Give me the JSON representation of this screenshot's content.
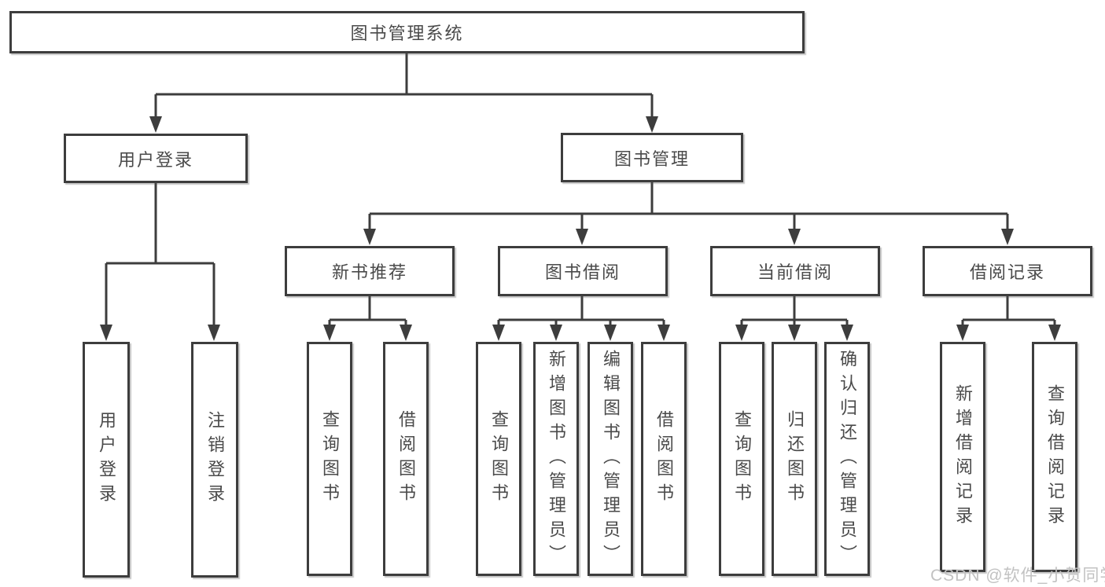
{
  "diagram": {
    "title": "图书管理系统",
    "user_branch": {
      "label": "用户登录",
      "leaves": [
        "用户登录",
        "注销登录"
      ]
    },
    "book_branch": {
      "label": "图书管理",
      "groups": [
        {
          "label": "新书推荐",
          "leaves": [
            "查询图书",
            "借阅图书"
          ]
        },
        {
          "label": "图书借阅",
          "leaves": [
            "查询图书",
            "新增图书（管理员）",
            "编辑图书（管理员）",
            "借阅图书"
          ]
        },
        {
          "label": "当前借阅",
          "leaves": [
            "查询图书",
            "归还图书",
            "确认归还（管理员）"
          ]
        },
        {
          "label": "借阅记录",
          "leaves": [
            "新增借阅记录",
            "查询借阅记录"
          ]
        }
      ]
    }
  },
  "watermark": {
    "text": "CSDN @软件_小贺同学"
  },
  "colors": {
    "line": "#3d3d3d",
    "border": "#3d3d3d",
    "text": "#4a4a4a",
    "watermark": "#c2c2c2",
    "background": "#ffffff"
  }
}
